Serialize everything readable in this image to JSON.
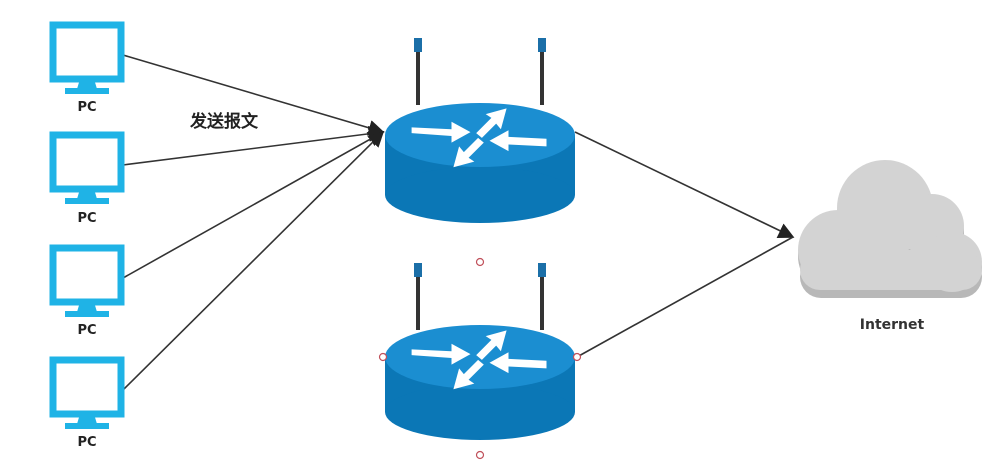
{
  "pcs": [
    {
      "label": "PC"
    },
    {
      "label": "PC"
    },
    {
      "label": "PC"
    },
    {
      "label": "PC"
    }
  ],
  "send_label": "发送报文",
  "cloud": {
    "label": "Internet"
  },
  "colors": {
    "pc_stroke": "#1fb3e6",
    "router_top": "#1b8ed1",
    "router_body": "#0b77b6",
    "cloud_fill": "#cfcfcf",
    "link": "#333333",
    "handle": "#c0505a"
  },
  "icons": {
    "pc": "monitor-icon",
    "router": "router-icon",
    "cloud": "cloud-icon"
  }
}
